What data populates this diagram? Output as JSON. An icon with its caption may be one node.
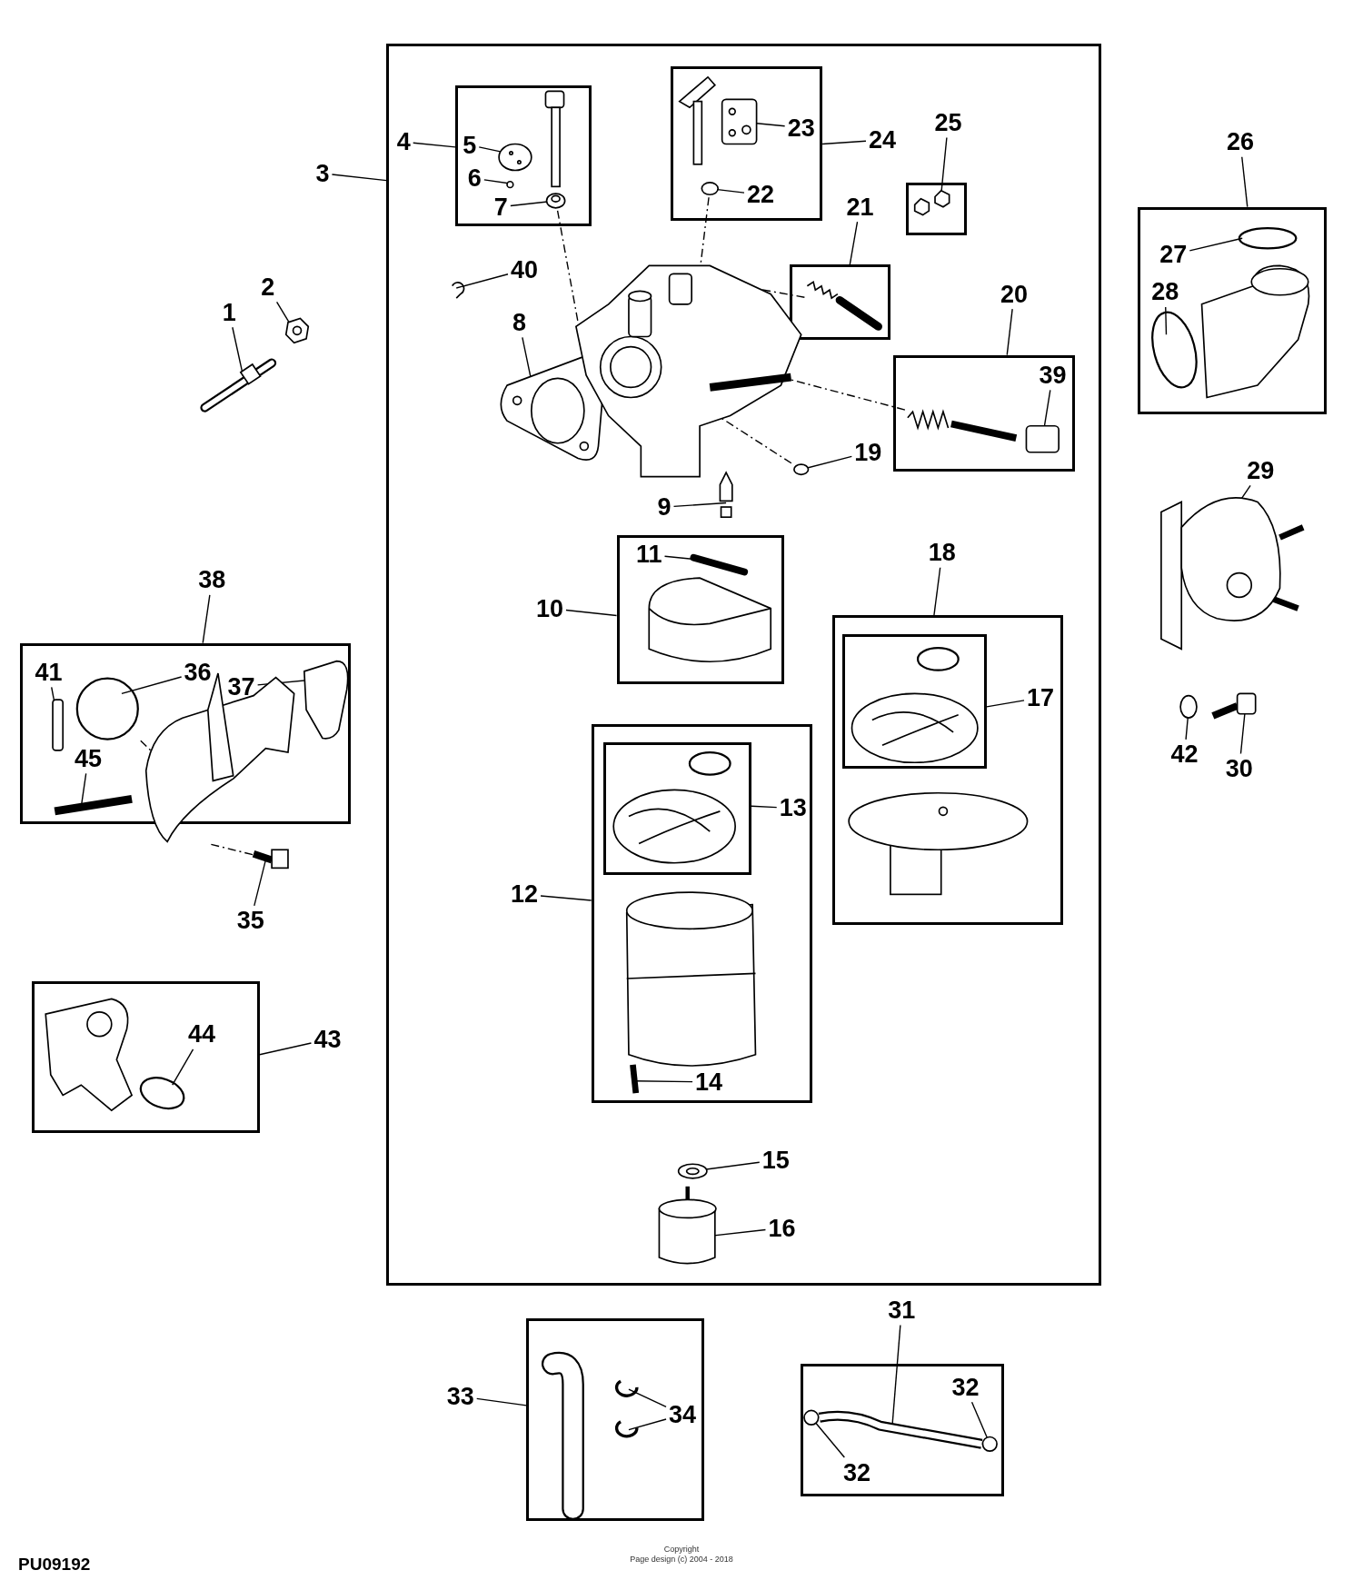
{
  "diagram": {
    "nodes": [
      {
        "text": [],
        "shape": "box"
      },
      {
        "text": [
          "1"
        ]
      },
      {
        "text": [
          "2"
        ]
      },
      {
        "text": [
          "3"
        ]
      },
      {
        "text": [],
        "shape": "box",
        "in": 0
      },
      {
        "text": [
          "4"
        ],
        "in": 0
      },
      {
        "text": [
          "5"
        ],
        "in": 4
      },
      {
        "text": [
          "6"
        ],
        "in": 4
      },
      {
        "text": [
          "7"
        ],
        "in": 4
      },
      {
        "text": [],
        "shape": "box",
        "in": 0
      },
      {
        "text": [
          "23"
        ],
        "in": 9
      },
      {
        "text": [
          "22"
        ],
        "in": 9
      },
      {
        "text": [
          "24"
        ],
        "in": 0
      },
      {
        "text": [],
        "shape": "box",
        "in": 0
      },
      {
        "text": [
          "25"
        ],
        "in": 0
      },
      {
        "text": [],
        "shape": "box",
        "in": 0
      },
      {
        "text": [
          "21"
        ],
        "in": 0
      },
      {
        "text": [
          "40"
        ],
        "in": 0
      },
      {
        "text": [
          "8"
        ],
        "in": 0
      },
      {
        "text": [],
        "shape": "box",
        "in": 0
      },
      {
        "text": [
          "20"
        ],
        "in": 0
      },
      {
        "text": [
          "39"
        ],
        "in": 19
      },
      {
        "text": [
          "19"
        ],
        "in": 0
      },
      {
        "text": [
          "9"
        ],
        "in": 0
      },
      {
        "text": [],
        "shape": "box",
        "in": 0
      },
      {
        "text": [
          "11"
        ],
        "in": 24
      },
      {
        "text": [
          "10"
        ],
        "in": 0
      },
      {
        "text": [],
        "shape": "box",
        "in": 0
      },
      {
        "text": [
          "18"
        ],
        "in": 0
      },
      {
        "text": [],
        "shape": "box",
        "in": 27
      },
      {
        "text": [
          "17"
        ],
        "in": 27
      },
      {
        "text": [],
        "shape": "box",
        "in": 0
      },
      {
        "text": [],
        "shape": "box",
        "in": 31
      },
      {
        "text": [
          "13"
        ],
        "in": 31
      },
      {
        "text": [
          "12"
        ],
        "in": 0
      },
      {
        "text": [
          "14"
        ],
        "in": 31
      },
      {
        "text": [
          "15"
        ],
        "in": 0
      },
      {
        "text": [
          "16"
        ],
        "in": 0
      },
      {
        "text": [],
        "shape": "box"
      },
      {
        "text": [
          "26"
        ]
      },
      {
        "text": [
          "27"
        ],
        "in": 38
      },
      {
        "text": [
          "28"
        ],
        "in": 38
      },
      {
        "text": [
          "29"
        ]
      },
      {
        "text": [
          "42"
        ]
      },
      {
        "text": [
          "30"
        ]
      },
      {
        "text": [],
        "shape": "box"
      },
      {
        "text": [
          "38"
        ]
      },
      {
        "text": [
          "41"
        ],
        "in": 45
      },
      {
        "text": [
          "36"
        ],
        "in": 45
      },
      {
        "text": [
          "37"
        ],
        "in": 45
      },
      {
        "text": [
          "45"
        ],
        "in": 45
      },
      {
        "text": [
          "35"
        ]
      },
      {
        "text": [],
        "shape": "box"
      },
      {
        "text": [
          "44"
        ],
        "in": 52
      },
      {
        "text": [
          "43"
        ]
      },
      {
        "text": [],
        "shape": "box"
      },
      {
        "text": [
          "33"
        ]
      },
      {
        "text": [
          "34"
        ],
        "in": 55
      },
      {
        "text": [],
        "shape": "box"
      },
      {
        "text": [
          "31"
        ]
      },
      {
        "text": [
          "32"
        ],
        "in": 58
      },
      {
        "text": [
          "32"
        ],
        "in": 58
      },
      {
        "text": [],
        "shape": "bar"
      },
      {
        "text": [],
        "shape": "picture"
      },
      {
        "text": [],
        "shape": "circle",
        "in": 4
      },
      {
        "text": [],
        "shape": "circle",
        "in": 4
      },
      {
        "text": [],
        "shape": "circle",
        "in": 4
      },
      {
        "text": [],
        "shape": "picture",
        "in": 9
      },
      {
        "text": [],
        "shape": "circle",
        "in": 9
      },
      {
        "text": [],
        "shape": "picture",
        "in": 13
      },
      {
        "text": [],
        "shape": "picture",
        "in": 15
      },
      {
        "text": [],
        "shape": "picture",
        "in": 0
      },
      {
        "text": [],
        "shape": "picture",
        "in": 0
      },
      {
        "text": [],
        "shape": "picture",
        "in": 0
      },
      {
        "text": [],
        "shape": "picture",
        "in": 19
      },
      {
        "text": [],
        "shape": "box",
        "in": 19
      },
      {
        "text": [],
        "shape": "circle",
        "in": 0
      },
      {
        "text": [],
        "shape": "bar",
        "in": 0
      },
      {
        "text": [],
        "shape": "picture",
        "in": 24
      },
      {
        "text": [],
        "shape": "picture",
        "in": 31
      },
      {
        "text": [],
        "shape": "circle",
        "in": 0
      },
      {
        "text": [],
        "shape": "cylinder",
        "in": 0
      },
      {
        "text": [],
        "shape": "circle",
        "in": 38
      },
      {
        "text": [],
        "shape": "circle",
        "in": 38
      },
      {
        "text": [],
        "shape": "picture"
      },
      {
        "text": [],
        "shape": "circle"
      },
      {
        "text": [],
        "shape": "picture"
      },
      {
        "text": [],
        "shape": "picture",
        "in": 45
      },
      {
        "text": [],
        "shape": "circle",
        "in": 45
      },
      {
        "text": [],
        "shape": "picture",
        "in": 45
      },
      {
        "text": [],
        "shape": "bar",
        "in": 45
      },
      {
        "text": [],
        "shape": "bar",
        "in": 45
      },
      {
        "text": [],
        "shape": "picture"
      },
      {
        "text": [],
        "shape": "circle",
        "in": 52
      },
      {
        "text": [],
        "shape": "picture",
        "in": 55
      },
      {
        "text": [],
        "shape": "picture",
        "in": 55
      },
      {
        "text": [],
        "shape": "picture",
        "in": 58
      },
      {
        "text": [],
        "shape": "circle",
        "in": 58
      },
      {
        "text": [],
        "shape": "circle",
        "in": 58
      }
    ],
    "edges": [
      {
        "from": 1,
        "to": 62,
        "arrow": "none"
      },
      {
        "from": 2,
        "to": 63,
        "arrow": "none"
      },
      {
        "from": 3,
        "to": 0,
        "arrow": "none"
      },
      {
        "from": 5,
        "to": 4,
        "arrow": "none"
      },
      {
        "from": 6,
        "to": 64,
        "arrow": "none"
      },
      {
        "from": 7,
        "to": 65,
        "arrow": "none"
      },
      {
        "from": 8,
        "to": 66,
        "arrow": "none"
      },
      {
        "from": 12,
        "to": 9,
        "arrow": "none"
      },
      {
        "from": 10,
        "to": 67,
        "arrow": "none"
      },
      {
        "from": 11,
        "to": 68,
        "arrow": "none"
      },
      {
        "from": 14,
        "to": 69,
        "arrow": "none"
      },
      {
        "from": 16,
        "to": 15,
        "arrow": "none"
      },
      {
        "from": 17,
        "to": 71,
        "arrow": "none"
      },
      {
        "from": 18,
        "to": 72,
        "arrow": "none"
      },
      {
        "from": 20,
        "to": 19,
        "arrow": "none"
      },
      {
        "from": 21,
        "to": 75,
        "arrow": "none"
      },
      {
        "from": 22,
        "to": 76,
        "arrow": "none"
      },
      {
        "from": 23,
        "to": 77,
        "arrow": "none"
      },
      {
        "from": 25,
        "to": 78,
        "arrow": "none"
      },
      {
        "from": 26,
        "to": 24,
        "arrow": "none"
      },
      {
        "from": 28,
        "to": 27,
        "arrow": "none"
      },
      {
        "from": 30,
        "to": 29,
        "arrow": "none"
      },
      {
        "from": 33,
        "to": 32,
        "arrow": "none"
      },
      {
        "from": 34,
        "to": 31,
        "arrow": "none"
      },
      {
        "from": 35,
        "to": 79,
        "arrow": "none"
      },
      {
        "from": 36,
        "to": 80,
        "arrow": "none"
      },
      {
        "from": 37,
        "to": 81,
        "arrow": "none"
      },
      {
        "from": 39,
        "to": 38,
        "arrow": "none"
      },
      {
        "from": 40,
        "to": 82,
        "arrow": "none"
      },
      {
        "from": 41,
        "to": 83,
        "arrow": "none"
      },
      {
        "from": 42,
        "to": 84,
        "arrow": "none"
      },
      {
        "from": 43,
        "to": 85,
        "arrow": "none"
      },
      {
        "from": 44,
        "to": 86,
        "arrow": "none"
      },
      {
        "from": 46,
        "to": 45,
        "arrow": "none"
      },
      {
        "from": 47,
        "to": 90,
        "arrow": "none"
      },
      {
        "from": 48,
        "to": 88,
        "arrow": "none"
      },
      {
        "from": 49,
        "to": 89,
        "arrow": "none"
      },
      {
        "from": 50,
        "to": 91,
        "arrow": "none"
      },
      {
        "from": 51,
        "to": 92,
        "arrow": "none"
      },
      {
        "from": 53,
        "to": 93,
        "arrow": "none"
      },
      {
        "from": 54,
        "to": 52,
        "arrow": "none"
      },
      {
        "from": 56,
        "to": 55,
        "arrow": "none"
      },
      {
        "from": 57,
        "to": 94,
        "arrow": "none"
      },
      {
        "from": 57,
        "to": 95,
        "arrow": "none"
      },
      {
        "from": 59,
        "to": 96,
        "arrow": "none"
      },
      {
        "from": 60,
        "to": 98,
        "arrow": "none"
      },
      {
        "from": 61,
        "to": 97,
        "arrow": "none"
      },
      {
        "from": 66,
        "to": 73,
        "arrow": "none",
        "style": "dashed"
      },
      {
        "from": 68,
        "to": 73,
        "arrow": "none",
        "style": "dashed"
      },
      {
        "from": 70,
        "to": 73,
        "arrow": "none",
        "style": "dashed"
      },
      {
        "from": 74,
        "to": 73,
        "arrow": "none",
        "style": "dashed"
      },
      {
        "from": 76,
        "to": 73,
        "arrow": "none",
        "style": "dashed"
      },
      {
        "from": 88,
        "to": 87,
        "arrow": "none",
        "style": "dashed"
      },
      {
        "from": 87,
        "to": 92,
        "arrow": "none",
        "style": "dashed"
      }
    ],
    "labels": [
      "Copyright",
      "Page design (c) 2004 - 2018",
      "PU09192"
    ]
  }
}
